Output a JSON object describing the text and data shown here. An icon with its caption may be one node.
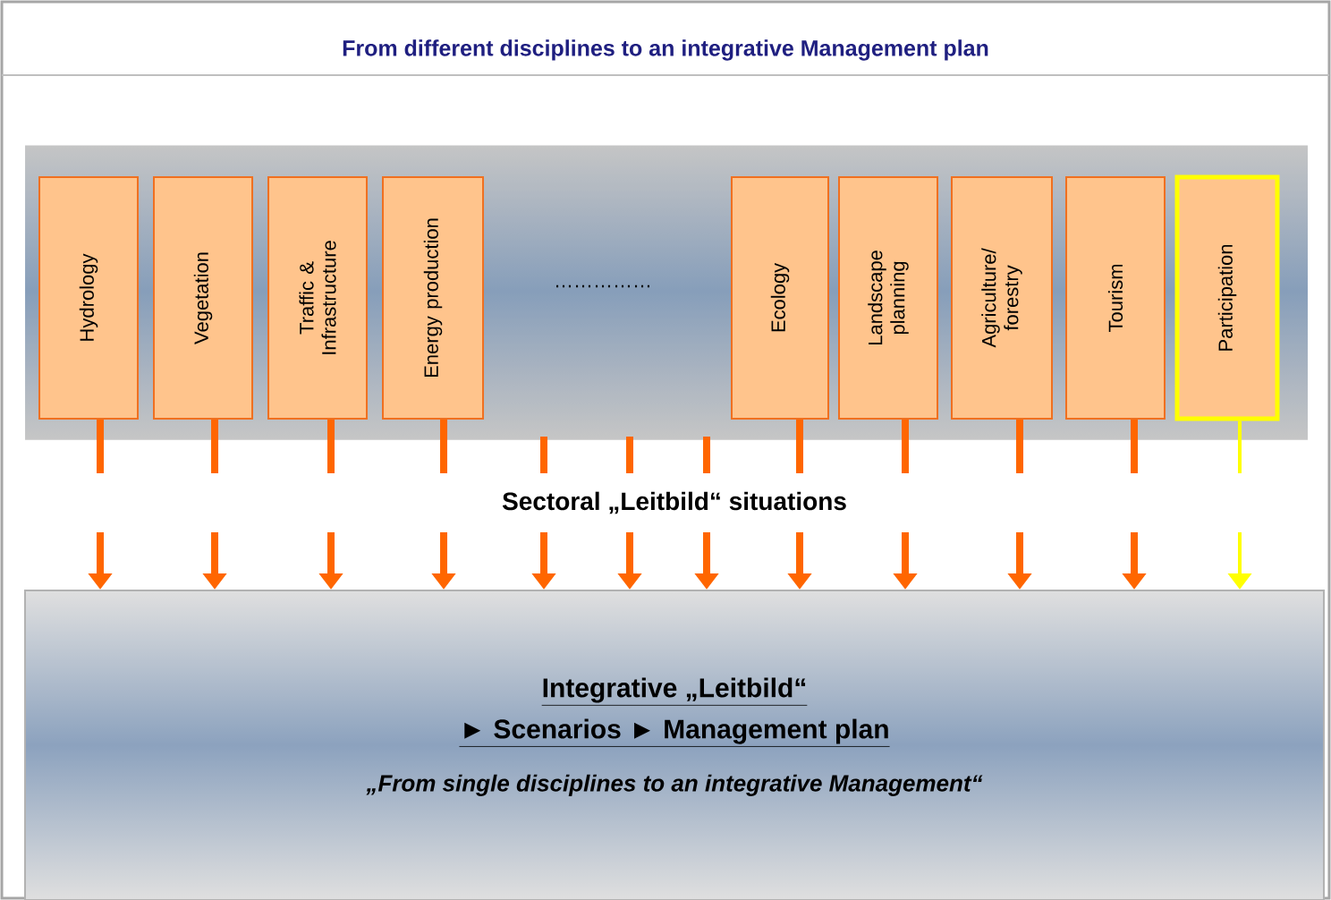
{
  "diagram": {
    "title": "From different disciplines to an integrative Management plan",
    "nodes": [
      {
        "text": [
          "Hydrology"
        ]
      },
      {
        "text": [
          "Vegetation"
        ]
      },
      {
        "text": [
          "Traffic & Infrastructure"
        ]
      },
      {
        "text": [
          "Energy production"
        ]
      },
      {
        "text": [
          "Ecology"
        ]
      },
      {
        "text": [
          "Landscape planning"
        ]
      },
      {
        "text": [
          "Agriculture/ forestry"
        ]
      },
      {
        "text": [
          "Tourism"
        ]
      },
      {
        "text": [
          "Participation"
        ]
      },
      {
        "text": [
          "Integrative „Leitbild“",
          "► Scenarios ► Management plan",
          "„From single disciplines to an integrative Management“"
        ]
      }
    ],
    "edges": [
      {
        "from": 0,
        "to": 9,
        "arrow": "to"
      },
      {
        "from": 1,
        "to": 9,
        "arrow": "to"
      },
      {
        "from": 2,
        "to": 9,
        "arrow": "to"
      },
      {
        "from": 3,
        "to": 9,
        "arrow": "to"
      },
      {
        "from": null,
        "to": 9,
        "arrow": "to"
      },
      {
        "from": null,
        "to": 9,
        "arrow": "to"
      },
      {
        "from": null,
        "to": 9,
        "arrow": "to"
      },
      {
        "from": 4,
        "to": 9,
        "arrow": "to"
      },
      {
        "from": 5,
        "to": 9,
        "arrow": "to"
      },
      {
        "from": 6,
        "to": 9,
        "arrow": "to"
      },
      {
        "from": 7,
        "to": 9,
        "arrow": "to"
      },
      {
        "from": 8,
        "to": 9,
        "arrow": "to",
        "color": "#ffff00"
      }
    ],
    "labels": [
      "……………",
      "Sectoral „Leitbild“ situations"
    ]
  }
}
